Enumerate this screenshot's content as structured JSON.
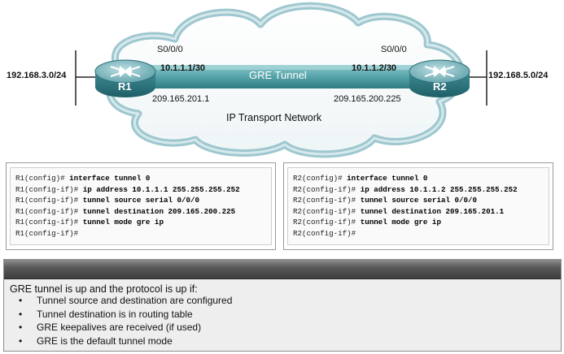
{
  "diagram": {
    "r1": {
      "name": "R1",
      "lan": "192.168.3.0/24",
      "interface": "S0/0/0",
      "tunnel_ip": "10.1.1.1/30",
      "public_ip": "209.165.201.1"
    },
    "r2": {
      "name": "R2",
      "lan": "192.168.5.0/24",
      "interface": "S0/0/0",
      "tunnel_ip": "10.1.1.2/30",
      "public_ip": "209.165.200.225"
    },
    "tunnel_label": "GRE Tunnel",
    "network_label": "IP Transport Network",
    "colors": {
      "router": "#4f9aa3",
      "tunnel": "#5aa7ad",
      "cloud_stroke": "#9ec7cf"
    }
  },
  "r1_config": [
    {
      "prompt": "R1(config)#",
      "command": "interface tunnel 0"
    },
    {
      "prompt": "R1(config-if)#",
      "command": "ip address 10.1.1.1 255.255.255.252"
    },
    {
      "prompt": "R1(config-if)#",
      "command": "tunnel source serial 0/0/0"
    },
    {
      "prompt": "R1(config-if)#",
      "command": "tunnel destination 209.165.200.225"
    },
    {
      "prompt": "R1(config-if)#",
      "command": "tunnel mode gre ip"
    },
    {
      "prompt": "R1(config-if)#",
      "command": ""
    }
  ],
  "r2_config": [
    {
      "prompt": "R2(config)#",
      "command": "interface tunnel 0"
    },
    {
      "prompt": "R2(config-if)#",
      "command": "ip address 10.1.1.2 255.255.255.252"
    },
    {
      "prompt": "R2(config-if)#",
      "command": "tunnel source serial 0/0/0"
    },
    {
      "prompt": "R2(config-if)#",
      "command": "tunnel destination 209.165.201.1"
    },
    {
      "prompt": "R2(config-if)#",
      "command": "tunnel mode gre ip"
    },
    {
      "prompt": "R2(config-if)#",
      "command": ""
    }
  ],
  "notes": {
    "title": "GRE tunnel is up and the protocol is up if:",
    "bullet": "•",
    "items": [
      "Tunnel source and destination are configured",
      "Tunnel destination is in routing table",
      "GRE keepalives are received (if used)",
      "GRE is the default tunnel mode"
    ]
  }
}
